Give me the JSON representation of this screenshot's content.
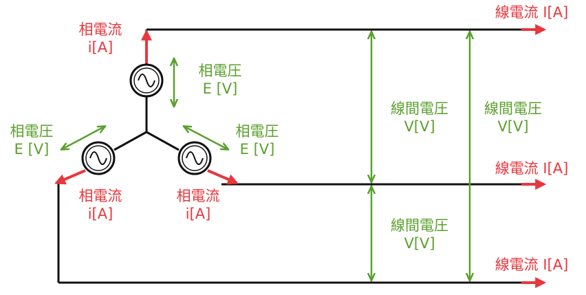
{
  "labels": {
    "phase_current": {
      "line1": "相電流",
      "line2": "i[A]"
    },
    "phase_voltage": {
      "line1": "相電圧",
      "line2": "E [V]"
    },
    "line_voltage": {
      "line1": "線間電圧",
      "line2": "V[V]"
    },
    "line_current": "線電流 I[A]"
  },
  "colors": {
    "wire": "#111111",
    "voltage": "#5aa02c",
    "current": "#e8373d"
  },
  "icons": {
    "source": "ac-source-sine-icon"
  }
}
